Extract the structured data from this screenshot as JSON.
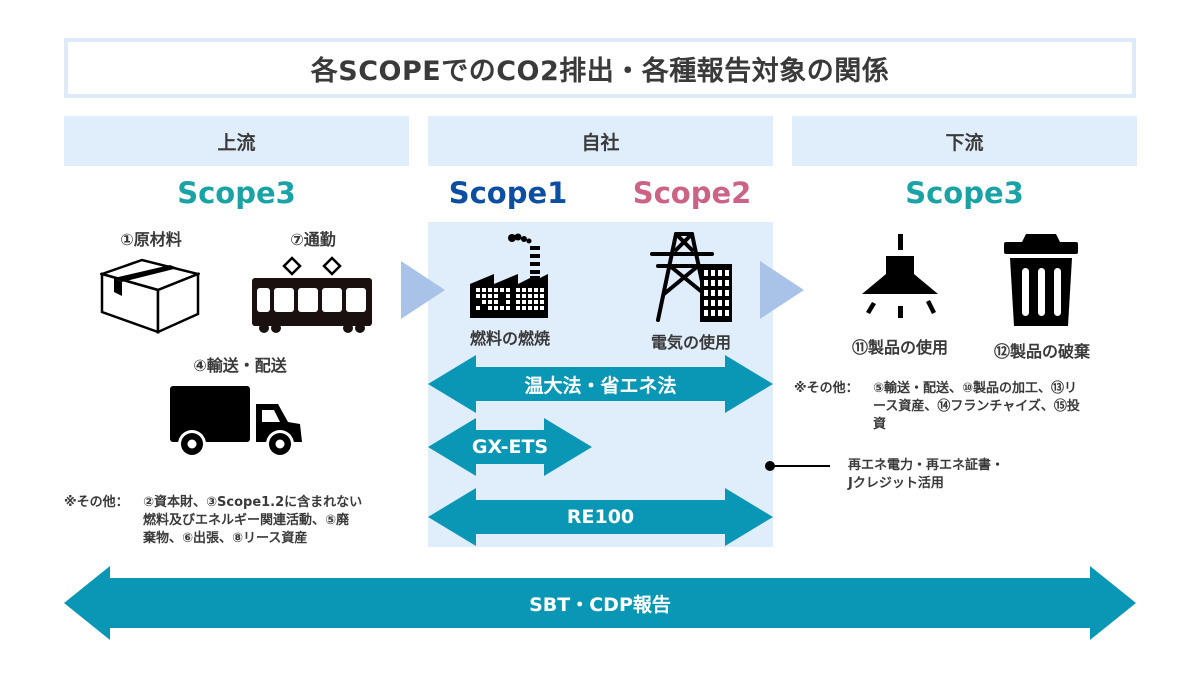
{
  "title": "各SCOPEでのCO2排出・各種報告対象の関係",
  "colors": {
    "band_bg": "#e0edfb",
    "arrow_teal": "#0a97b5",
    "flow_arrow": "#a9c3e8",
    "scope1": "#0c4ea2",
    "scope2": "#cc6384",
    "scope3": "#1aa3a7"
  },
  "sections": {
    "upstream": {
      "header": "上流",
      "scope": "Scope3",
      "items": [
        {
          "label": "①原材料",
          "icon": "box-icon"
        },
        {
          "label": "⑦通勤",
          "icon": "train-icon"
        },
        {
          "label": "④輸送・配送",
          "icon": "truck-icon"
        }
      ],
      "note_prefix": "※その他：",
      "note_lines": [
        "②資本財、③Scope1.2に含まれない",
        "燃料及びエネルギー関連活動、⑤廃",
        "棄物、⑥出張、⑧リース資産"
      ]
    },
    "company": {
      "header": "自社",
      "scope1": "Scope1",
      "scope2": "Scope2",
      "items": [
        {
          "label": "燃料の燃焼",
          "icon": "factory-icon"
        },
        {
          "label": "電気の使用",
          "icon": "power-tower-building-icon"
        }
      ],
      "arrows": [
        "温大法・省エネ法",
        "GX-ETS",
        "RE100"
      ]
    },
    "downstream": {
      "header": "下流",
      "scope": "Scope3",
      "items": [
        {
          "label": "⑪製品の使用",
          "icon": "ceiling-lamp-icon"
        },
        {
          "label": "⑫製品の破棄",
          "icon": "trash-can-icon"
        }
      ],
      "note_prefix": "※その他：",
      "note_lines": [
        "⑤輸送・配送、⑩製品の加工、⑬リ",
        "ース資産、⑭フランチャイズ、⑮投",
        "資"
      ]
    }
  },
  "callout": {
    "lines": [
      "再エネ電力・再エネ証書・",
      "Jクレジット活用"
    ]
  },
  "bottom_arrow": "SBT・CDP報告"
}
